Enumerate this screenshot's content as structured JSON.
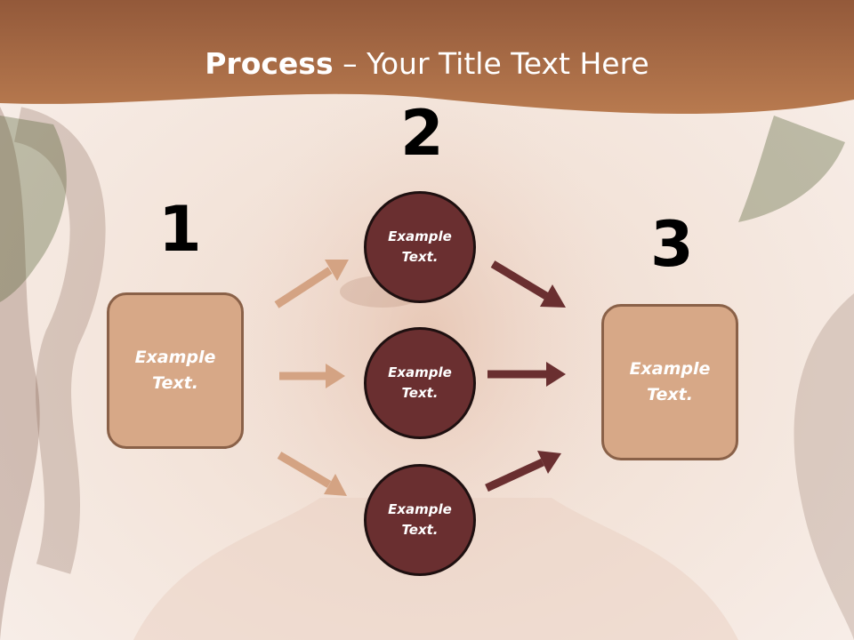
{
  "title": {
    "bold": "Process",
    "dash": "–",
    "rest": "Your Title Text Here"
  },
  "steps": {
    "one": "1",
    "two": "2",
    "three": "3"
  },
  "left_box": {
    "label": "Example Text."
  },
  "circles": [
    {
      "label": "Example Text."
    },
    {
      "label": "Example Text."
    },
    {
      "label": "Example Text."
    }
  ],
  "right_box": {
    "label": "Example Text."
  },
  "colors": {
    "header": "#a8693f",
    "box_fill": "#d7a887",
    "circle_fill": "#6a2f30",
    "arrow_light": "#d4a383",
    "arrow_dark": "#6a2f30"
  }
}
